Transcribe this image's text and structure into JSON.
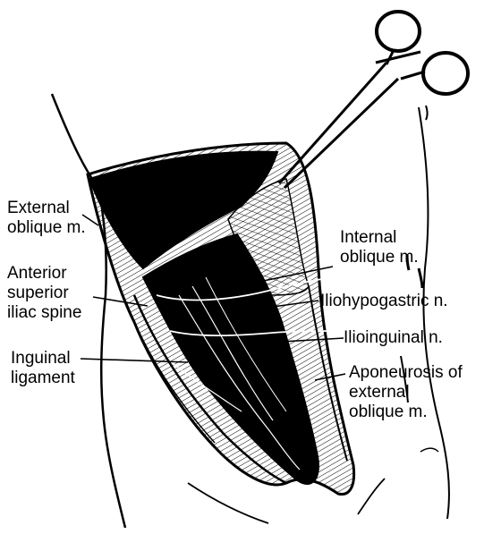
{
  "labels": {
    "external_oblique": [
      "External",
      "oblique m."
    ],
    "anterior_superior_iliac_spine": [
      "Anterior",
      "superior",
      "iliac spine"
    ],
    "inguinal_ligament": [
      "Inguinal",
      "ligament"
    ],
    "internal_oblique": [
      "Internal",
      "oblique m."
    ],
    "iliohypogastric": "Iliohypogastric n.",
    "ilioinguinal": "Ilioinguinal n.",
    "aponeurosis": [
      "Aponeurosis of",
      "external",
      "oblique m."
    ]
  },
  "colors": {
    "ink": "#000000",
    "paper": "#ffffff"
  }
}
